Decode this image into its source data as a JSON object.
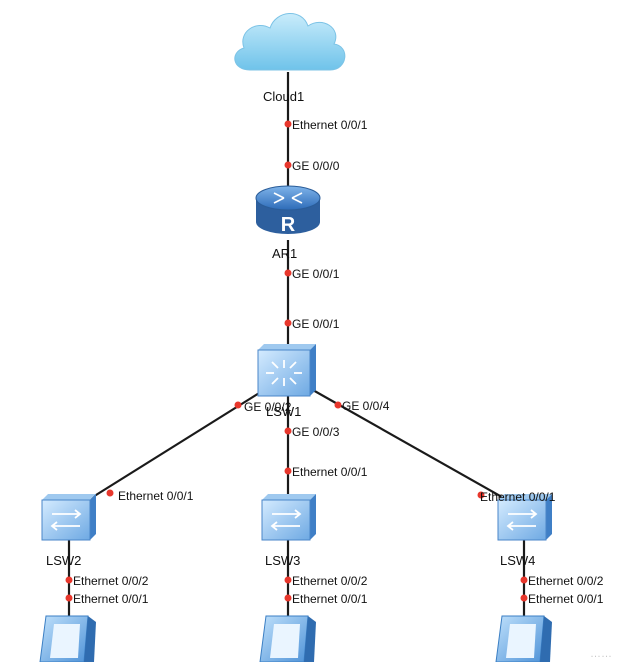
{
  "devices": {
    "cloud": {
      "name": "Cloud1"
    },
    "router": {
      "name": "AR1",
      "glyph": "R"
    },
    "core": {
      "name": "LSW1"
    },
    "sw2": {
      "name": "LSW2"
    },
    "sw3": {
      "name": "LSW3"
    },
    "sw4": {
      "name": "LSW4"
    }
  },
  "ports": {
    "cloud_eth": "Ethernet 0/0/1",
    "ar1_ge000": "GE 0/0/0",
    "ar1_ge001": "GE 0/0/1",
    "lsw1_ge001": "GE 0/0/1",
    "lsw1_ge002": "GE 0/0/2",
    "lsw1_ge003": "GE 0/0/3",
    "lsw1_ge004": "GE 0/0/4",
    "lsw2_up": "Ethernet 0/0/1",
    "lsw3_up": "Ethernet 0/0/1",
    "lsw4_up": "Ethernet 0/0/1",
    "lsw2_down": "Ethernet 0/0/2",
    "lsw3_down": "Ethernet 0/0/2",
    "lsw4_down": "Ethernet 0/0/2",
    "pc1_eth": "Ethernet 0/0/1",
    "pc2_eth": "Ethernet 0/0/1",
    "pc3_eth": "Ethernet 0/0/1"
  },
  "colors": {
    "link": "#1a1a1a",
    "port_dot": "#e8372c",
    "cloud": "#8fd3f2",
    "device_blue": "#3f7fc6"
  },
  "watermark": "……"
}
